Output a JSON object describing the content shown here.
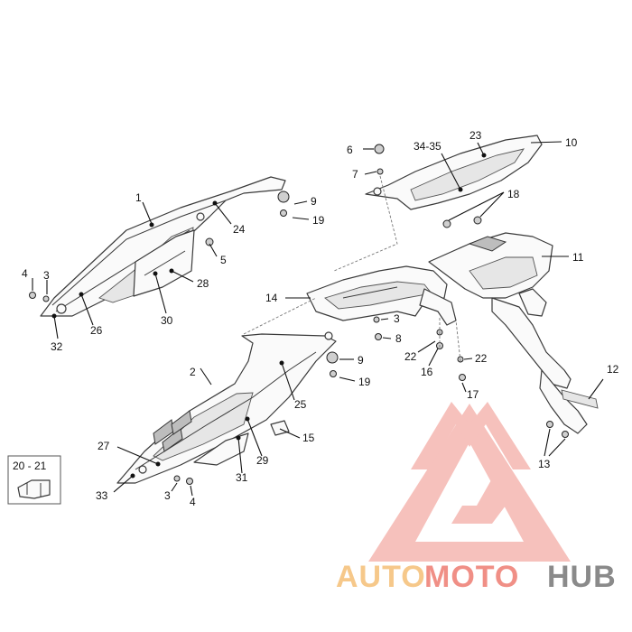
{
  "callouts": {
    "n1": "1",
    "n2": "2",
    "n3a": "3",
    "n3b": "3",
    "n3c": "3",
    "n4a": "4",
    "n4b": "4",
    "n5": "5",
    "n6": "6",
    "n7": "7",
    "n8": "8",
    "n9a": "9",
    "n9b": "9",
    "n10": "10",
    "n11": "11",
    "n12": "12",
    "n13": "13",
    "n14": "14",
    "n15": "15",
    "n16": "16",
    "n17": "17",
    "n18": "18",
    "n19a": "19",
    "n19b": "19",
    "n20_21": "20 - 21",
    "n22a": "22",
    "n22b": "22",
    "n23": "23",
    "n24": "24",
    "n25": "25",
    "n26": "26",
    "n27": "27",
    "n28": "28",
    "n29": "29",
    "n30": "30",
    "n31": "31",
    "n32": "32",
    "n33": "33",
    "n34_35": "34-35"
  },
  "watermark": {
    "part1": "AUTO",
    "part2": "MOTO",
    "part3": "HUB",
    "colors": {
      "auto": "#f6c88a",
      "moto": "#f08f86",
      "hub": "#8a8a8a",
      "logo": "#f3a6a2"
    }
  }
}
